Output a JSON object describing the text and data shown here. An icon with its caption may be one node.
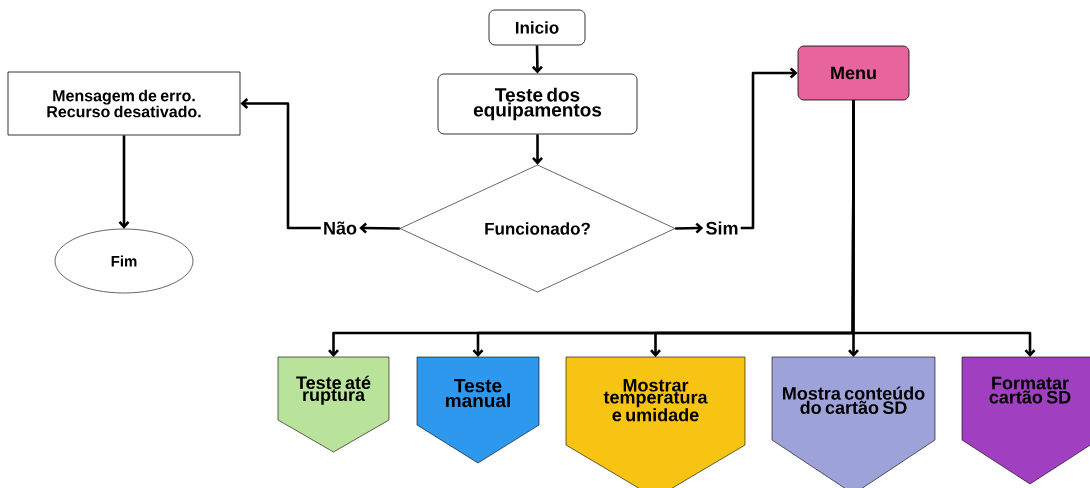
{
  "diagram": {
    "nodes": [
      {
        "text": [
          "Inicio"
        ]
      },
      {
        "text": [
          "Teste dos equipamentos"
        ]
      },
      {
        "text": [
          "Funcionado?"
        ]
      },
      {
        "text": [
          "Não"
        ]
      },
      {
        "text": [
          "Sim"
        ]
      },
      {
        "text": [
          "Menu"
        ]
      },
      {
        "text": [
          "Mensagem de erro. Recurso desativado."
        ]
      },
      {
        "text": [
          "Fim"
        ]
      },
      {
        "text": [
          "Teste até ruptura"
        ]
      },
      {
        "text": [
          "Teste manual"
        ]
      },
      {
        "text": [
          "Mostrar temperatura e umidade"
        ]
      },
      {
        "text": [
          "Mostra conteúdo do cartão SD"
        ]
      },
      {
        "text": [
          "Formatar cartão SD"
        ]
      }
    ],
    "edges": [
      {
        "from": 0,
        "to": 1,
        "arrow": "to"
      },
      {
        "from": 1,
        "to": 2,
        "arrow": "to"
      },
      {
        "from": 2,
        "to": 3,
        "arrow": "to"
      },
      {
        "from": 2,
        "to": 4,
        "arrow": "to"
      },
      {
        "from": 3,
        "to": 6,
        "arrow": "to"
      },
      {
        "from": 4,
        "to": 5,
        "arrow": "to"
      },
      {
        "from": 6,
        "to": 7,
        "arrow": "to"
      },
      {
        "from": 5,
        "to": 8,
        "arrow": "to"
      },
      {
        "from": 5,
        "to": 9,
        "arrow": "to"
      },
      {
        "from": 5,
        "to": 10,
        "arrow": "to"
      },
      {
        "from": 5,
        "to": 11,
        "arrow": "to"
      },
      {
        "from": 5,
        "to": 12,
        "arrow": "to"
      }
    ]
  }
}
